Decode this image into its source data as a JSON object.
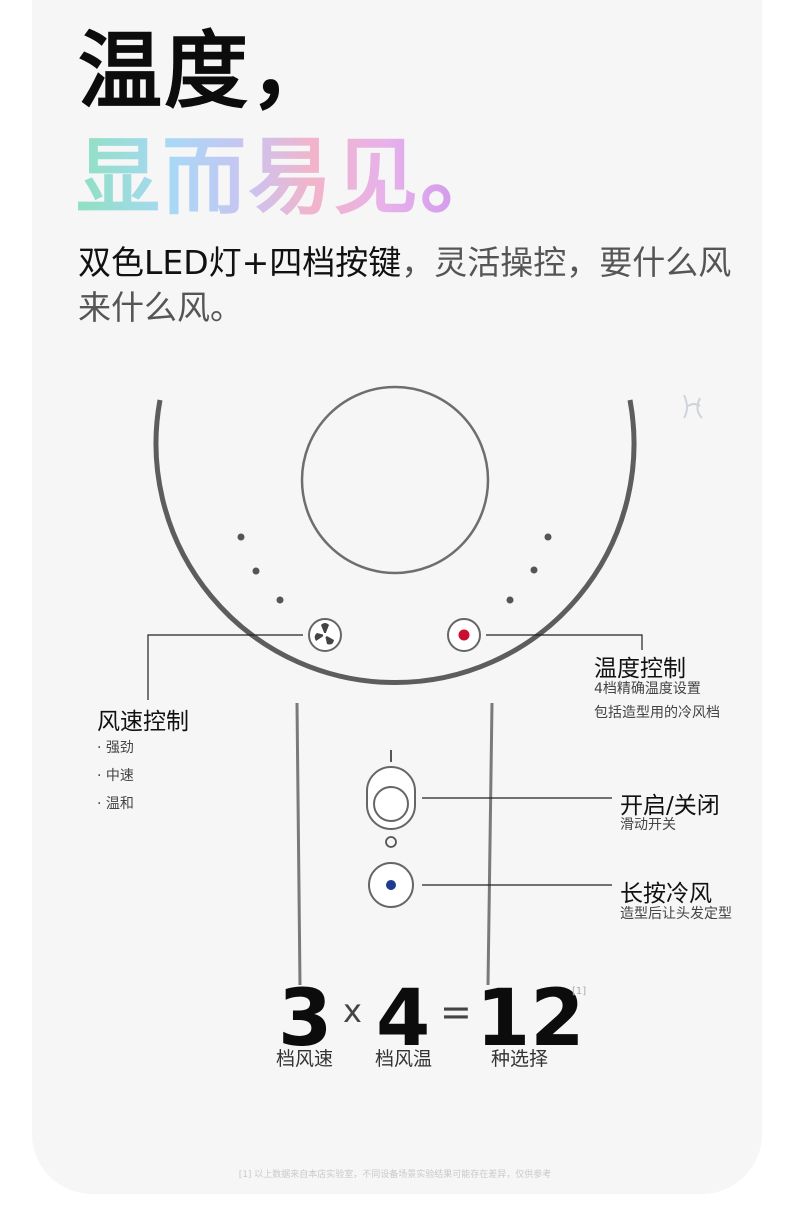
{
  "headline": {
    "line1": "温度，",
    "line2": "显而易见。"
  },
  "subtitle": {
    "dark_part": "双色LED灯+四档按键",
    "light_part": "，灵活操控，要什么风来什么风。"
  },
  "fan_speed": {
    "title": "风速控制",
    "items": [
      "· 强劲",
      "· 中速",
      "· 温和"
    ]
  },
  "temperature": {
    "title": "温度控制",
    "line1": "4档精确温度设置",
    "line2": "包括造型用的冷风档",
    "indicator_color": "#c8102e"
  },
  "power": {
    "title": "开启/关闭",
    "desc": "滑动开关"
  },
  "cool_shot": {
    "title": "长按冷风",
    "desc": "造型后让头发定型",
    "indicator_color": "#1f3a8f"
  },
  "equation": {
    "a": "3",
    "op1": "x",
    "b": "4",
    "op2": "=",
    "result": "12",
    "ref": "[1]",
    "cap_a": "档风速",
    "cap_b": "档风温",
    "cap_result": "种选择"
  },
  "footnote": "[1] 以上数据来自本店实验室，不同设备场景实验结果可能存在差异，仅供参考",
  "icons": {
    "fan": "fan-icon",
    "temp_dot": "red-dot-icon",
    "cool_dot": "blue-dot-icon",
    "brand": "brand-logo-icon"
  }
}
